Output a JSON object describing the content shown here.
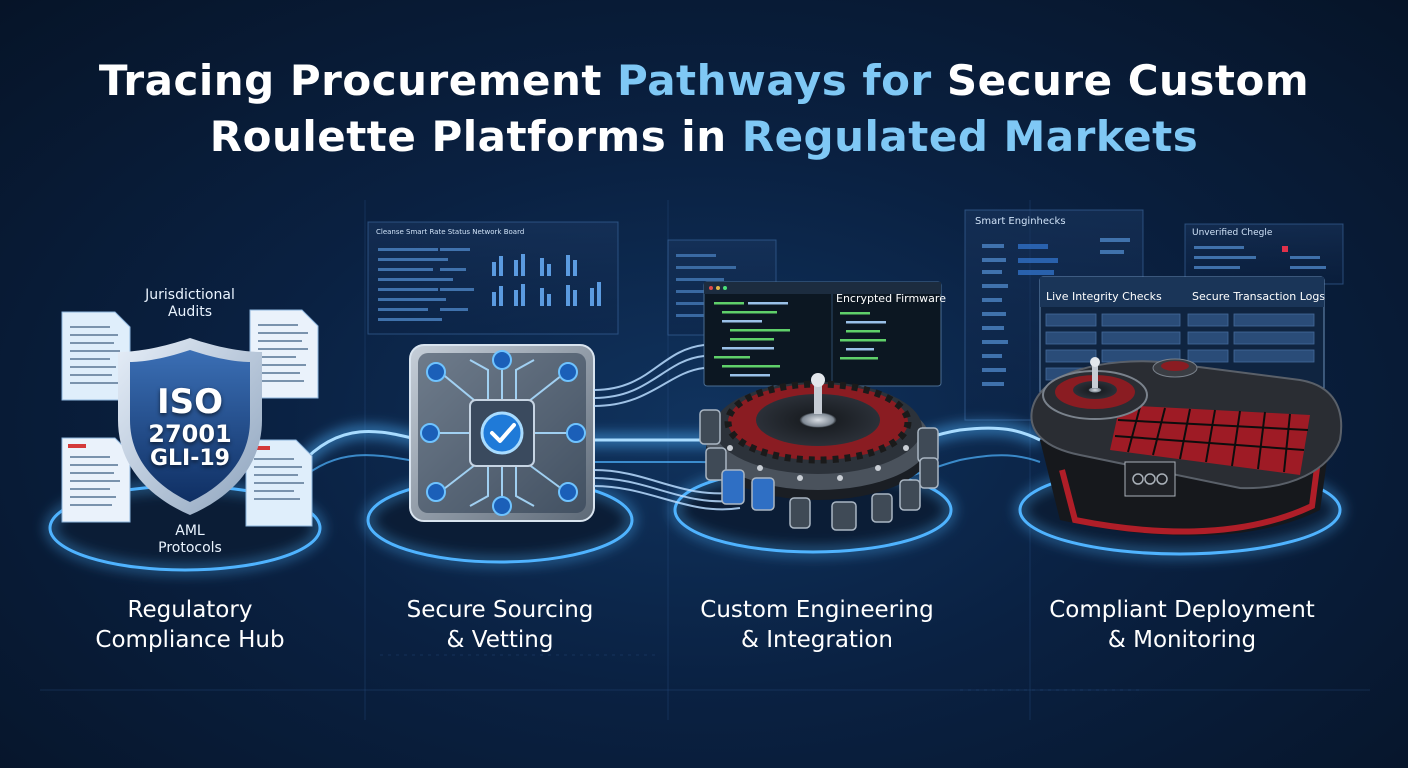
{
  "title": {
    "line1_a": "Tracing Procurement ",
    "line1_b": "Pathways for",
    "line1_c": " Secure Custom",
    "line2_a": "Roulette Platforms in ",
    "line2_b": "Regulated Markets"
  },
  "colors": {
    "accent": "#7fc8f5",
    "background": "#0a2142",
    "glow": "#4fb3ff"
  },
  "stages": [
    {
      "line1": "Regulatory",
      "line2": "Compliance Hub"
    },
    {
      "line1": "Secure Sourcing",
      "line2": "& Vetting"
    },
    {
      "line1": "Custom Engineering",
      "line2": "& Integration"
    },
    {
      "line1": "Compliant Deployment",
      "line2": "& Monitoring"
    }
  ],
  "compliance": {
    "audits_line1": "Jurisdictional",
    "audits_line2": "Audits",
    "aml_line1": "AML",
    "aml_line2": "Protocols",
    "shield_line1": "ISO",
    "shield_line2": "27001",
    "shield_line3": "GLI-19"
  },
  "panels": {
    "firmware": "Encrypted Firmware",
    "integrity": "Live Integrity Checks",
    "transactions": "Secure Transaction Logs",
    "engine_checks": "Smart Enginhecks",
    "unverified": "Unverified Chegle",
    "sourcing_header": "Cleanse Smart Rate Status Network Board"
  },
  "icons": {
    "shield": "shield-icon",
    "chip": "microchip-icon",
    "check": "checkmark-icon",
    "roulette": "roulette-wheel-icon",
    "table": "roulette-table-icon",
    "document": "document-icon"
  }
}
